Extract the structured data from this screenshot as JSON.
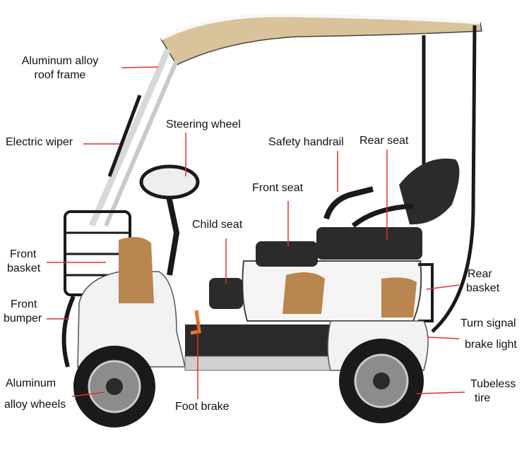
{
  "labels": {
    "roof_frame": [
      "Aluminum alloy",
      "roof frame"
    ],
    "electric_wiper": "Electric wiper",
    "steering_wheel": "Steering wheel",
    "safety_handrail": "Safety handrail",
    "rear_seat": "Rear seat",
    "front_seat": "Front seat",
    "child_seat": "Child seat",
    "front_basket": [
      "Front",
      "basket"
    ],
    "front_bumper": [
      "Front",
      "bumper"
    ],
    "rear_basket": [
      "Rear",
      "basket"
    ],
    "turn_signal": [
      "Turn signal",
      "brake light"
    ],
    "aluminum_wheels": [
      "Aluminum",
      "alloy wheels"
    ],
    "foot_brake": "Foot brake",
    "tubeless_tire": [
      "Tubeless",
      "tire"
    ]
  },
  "colors": {
    "leader_line": "#e0322a",
    "canopy": "#d9c39a",
    "frame": "#1a1a1a",
    "body": "#f2f2f2",
    "accent": "#b8864e",
    "seat": "#2b2b2b"
  }
}
